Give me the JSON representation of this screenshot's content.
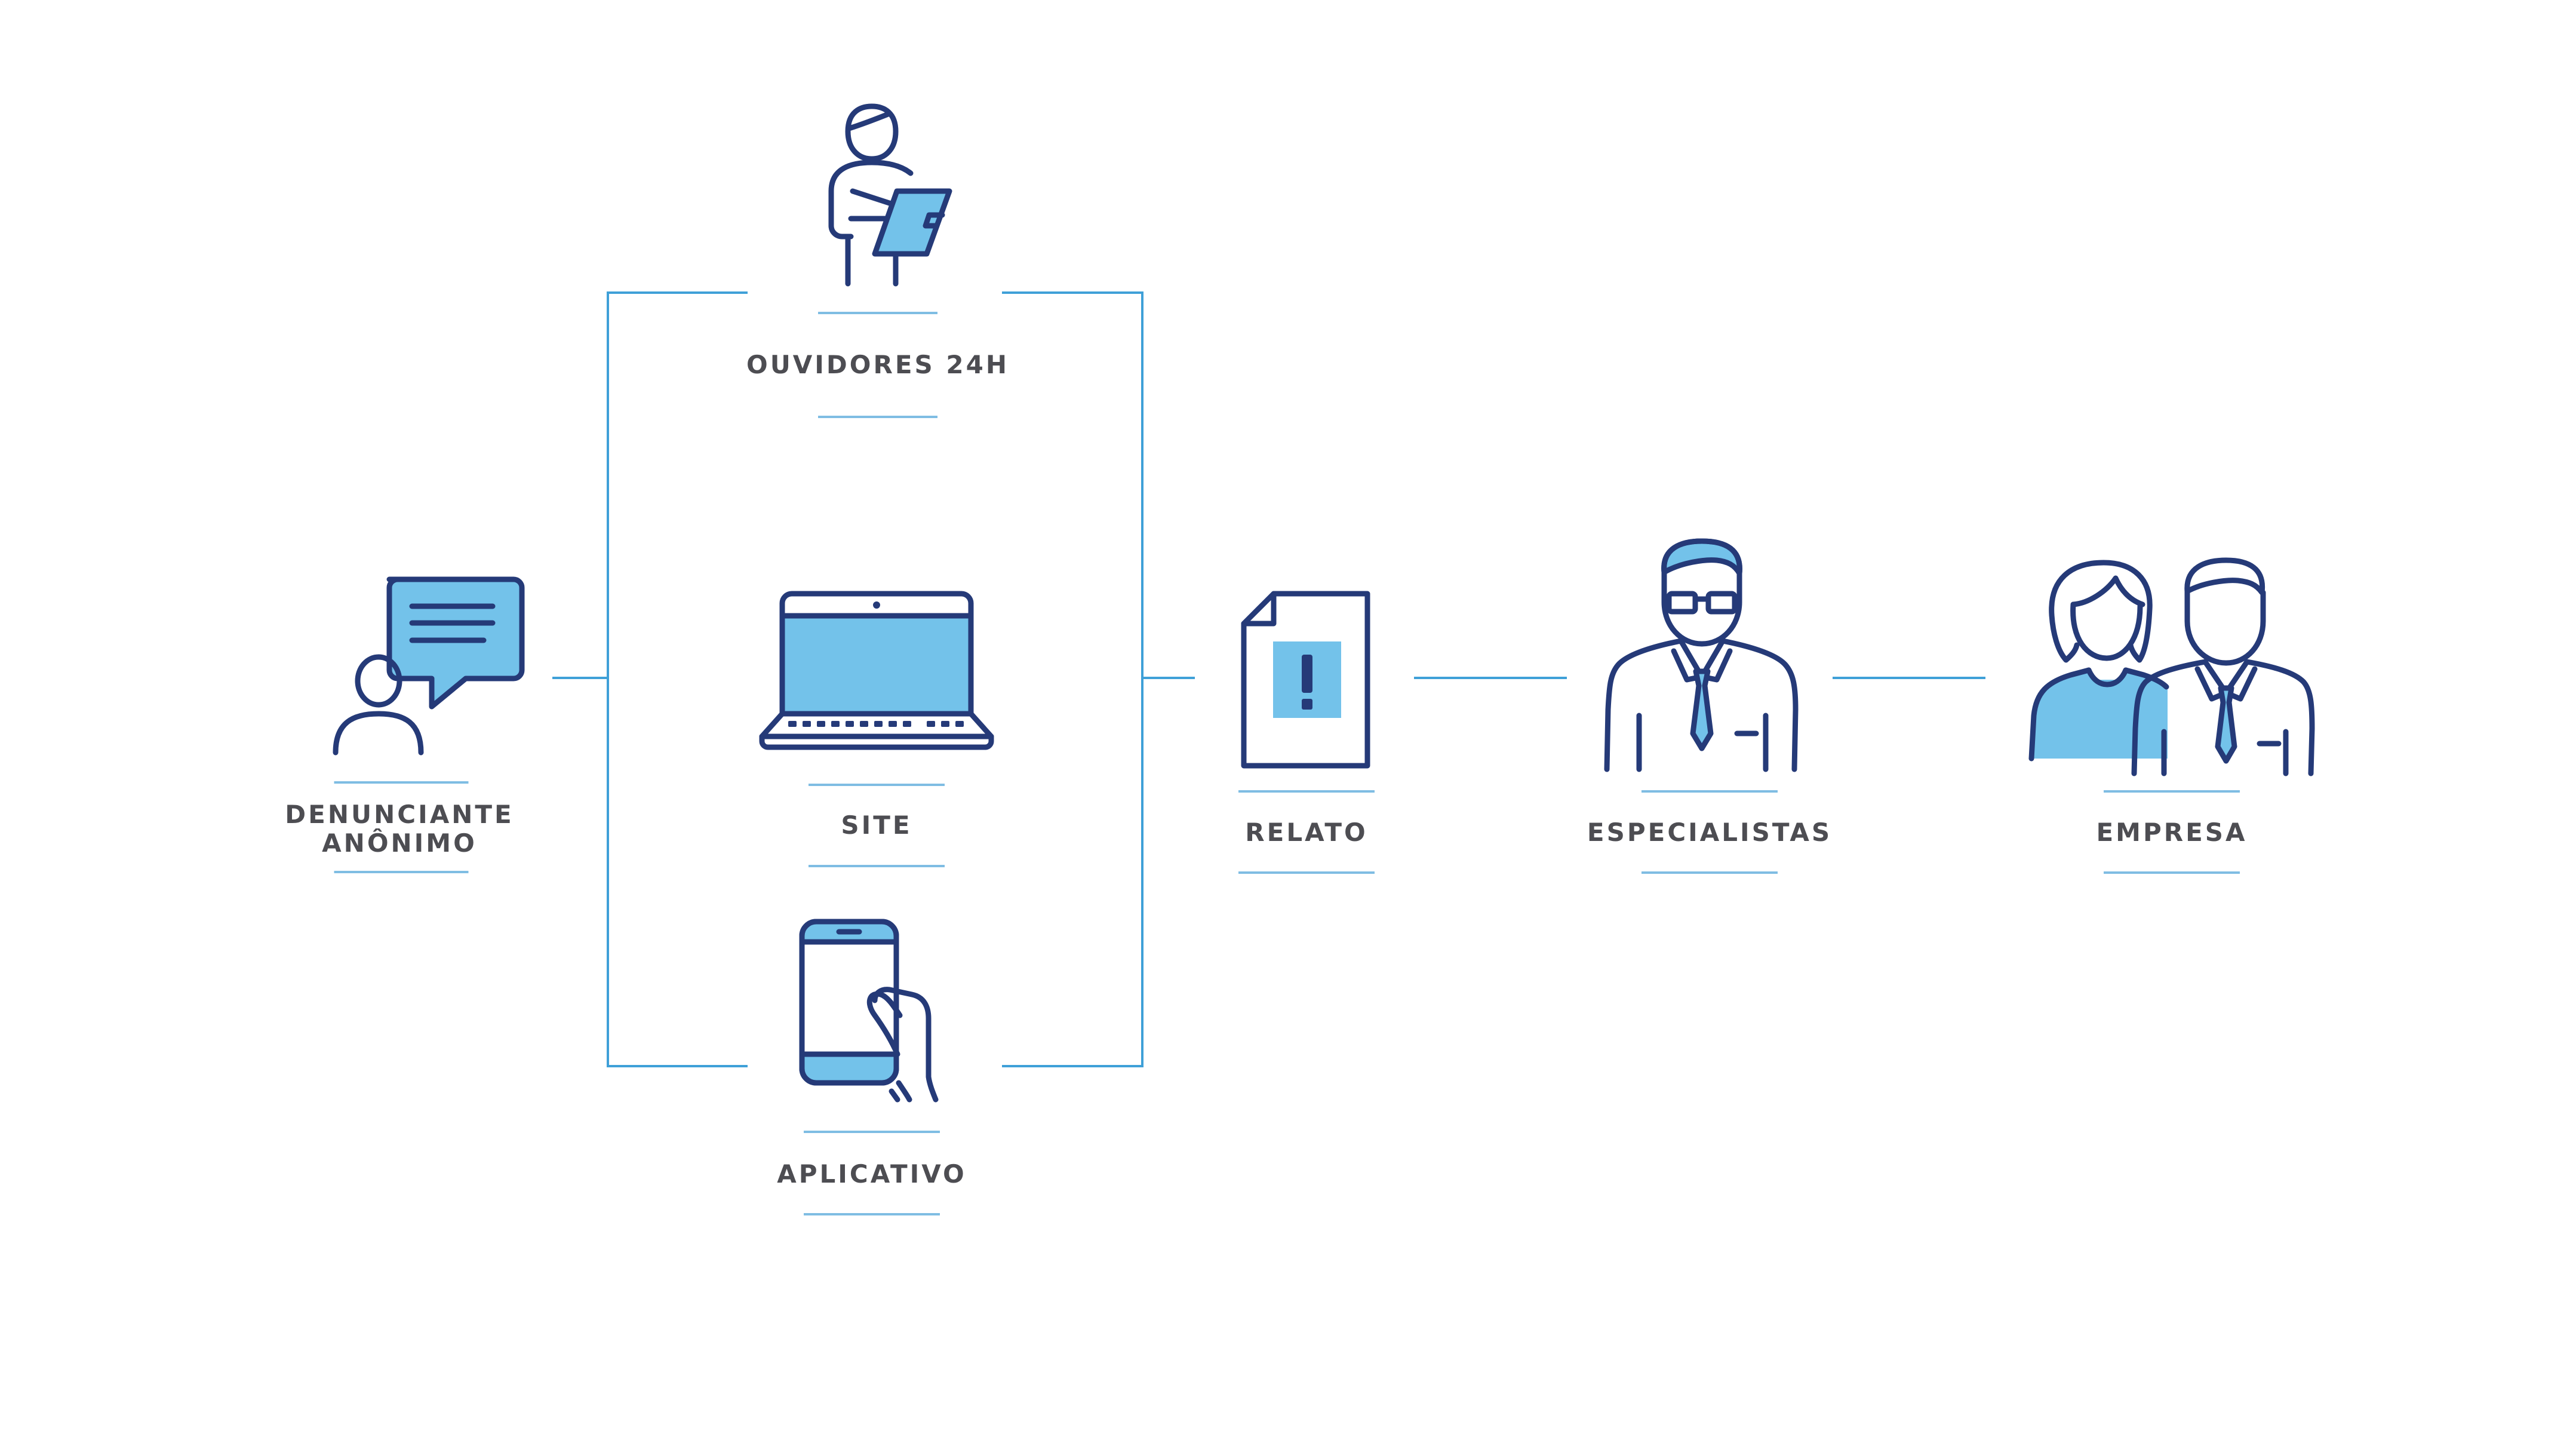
{
  "colors": {
    "stroke": "#253a78",
    "fill": "#73c2ea",
    "line": "#3fa0d8",
    "rule": "#7fbde3",
    "text": "#4d4d52"
  },
  "nodes": {
    "denunciante": {
      "label": "DENUNCIANTE\nANÔNIMO",
      "icon": "person-chat-icon"
    },
    "ouvidores": {
      "label": "OUVIDORES 24H",
      "icon": "person-tablet-icon"
    },
    "site": {
      "label": "SITE",
      "icon": "laptop-icon"
    },
    "aplicativo": {
      "label": "APLICATIVO",
      "icon": "hand-smartphone-icon"
    },
    "relato": {
      "label": "RELATO",
      "icon": "report-document-icon"
    },
    "especialistas": {
      "label": "ESPECIALISTAS",
      "icon": "specialist-glasses-icon"
    },
    "empresa": {
      "label": "EMPRESA",
      "icon": "company-people-icon"
    }
  }
}
